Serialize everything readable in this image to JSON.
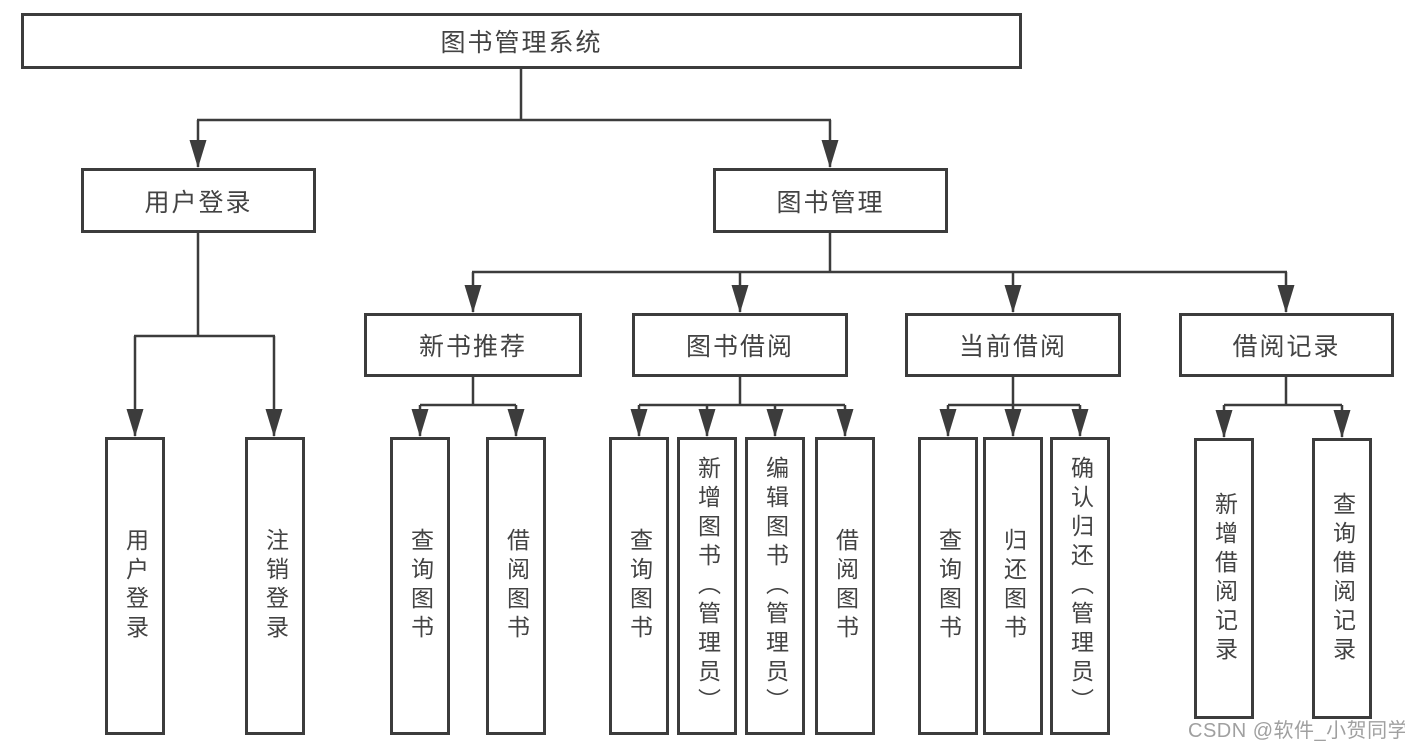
{
  "diagram": {
    "root": {
      "label": "图书管理系统"
    },
    "user_login": {
      "label": "用户登录",
      "children": {
        "login": {
          "label": "用户登录"
        },
        "logout": {
          "label": "注销登录"
        }
      }
    },
    "book_management": {
      "label": "图书管理",
      "children": {
        "new_book_recommend": {
          "label": "新书推荐",
          "children": {
            "query_books": {
              "label": "查询图书"
            },
            "borrow_books": {
              "label": "借阅图书"
            }
          }
        },
        "book_borrowing": {
          "label": "图书借阅",
          "children": {
            "query_books": {
              "label": "查询图书"
            },
            "add_books": {
              "label": "新增图书（管理员）"
            },
            "edit_books": {
              "label": "编辑图书（管理员）"
            },
            "borrow_books": {
              "label": "借阅图书"
            }
          }
        },
        "current_borrowing": {
          "label": "当前借阅",
          "children": {
            "query_books": {
              "label": "查询图书"
            },
            "return_books": {
              "label": "归还图书"
            },
            "confirm_return": {
              "label": "确认归还（管理员）"
            }
          }
        },
        "borrowing_records": {
          "label": "借阅记录",
          "children": {
            "add_record": {
              "label": "新增借阅记录"
            },
            "query_record": {
              "label": "查询借阅记录"
            }
          }
        }
      }
    }
  },
  "watermark": {
    "text": "CSDN @软件_小贺同学"
  },
  "colors": {
    "line": "#3c3c3c",
    "node_border": "#3c3c3c",
    "node_text": "#434343",
    "watermark": "#a0a0a0",
    "background": "#ffffff"
  }
}
